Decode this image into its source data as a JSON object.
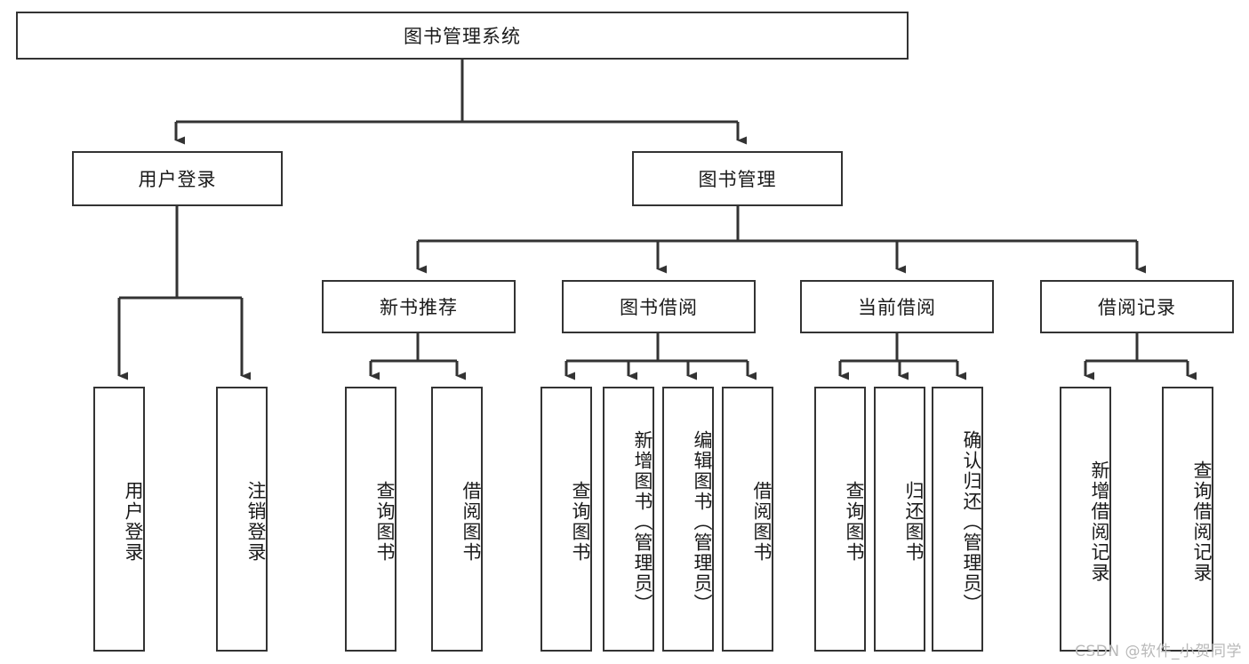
{
  "diagram": {
    "title": "图书管理系统",
    "type": "tree-hierarchy",
    "root": {
      "label": "图书管理系统"
    },
    "level2": [
      {
        "label": "用户登录"
      },
      {
        "label": "图书管理"
      }
    ],
    "level3": [
      {
        "label": "新书推荐"
      },
      {
        "label": "图书借阅"
      },
      {
        "label": "当前借阅"
      },
      {
        "label": "借阅记录"
      }
    ],
    "leaves": {
      "user_login": [
        {
          "label": "用户登录"
        },
        {
          "label": "注销登录"
        }
      ],
      "new_book_recommend": [
        {
          "label": "查询图书"
        },
        {
          "label": "借阅图书"
        }
      ],
      "book_borrow": [
        {
          "label": "查询图书"
        },
        {
          "label": "新增图书（管理员）"
        },
        {
          "label": "编辑图书（管理员）"
        },
        {
          "label": "借阅图书"
        }
      ],
      "current_borrow": [
        {
          "label": "查询图书"
        },
        {
          "label": "归还图书"
        },
        {
          "label": "确认归还（管理员）"
        }
      ],
      "borrow_record": [
        {
          "label": "新增借阅记录"
        },
        {
          "label": "查询借阅记录"
        }
      ]
    }
  },
  "watermark": {
    "text": "CSDN @软件_小贺同学"
  },
  "colors": {
    "stroke": "#333333",
    "box_fill": "#ffffff",
    "text": "#1a1a1a",
    "watermark": "#b9b9b9"
  }
}
